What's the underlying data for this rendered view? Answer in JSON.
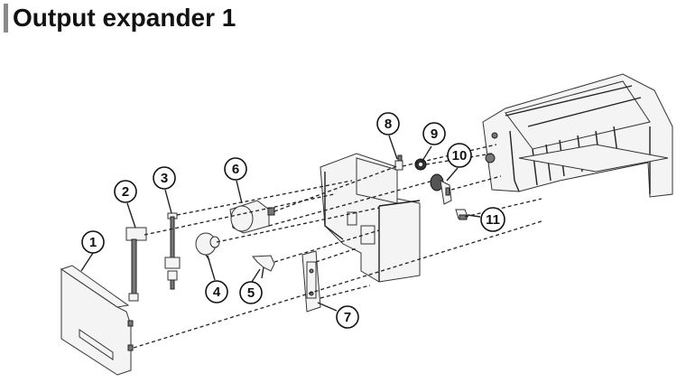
{
  "title": "Output expander 1",
  "callouts": [
    {
      "id": "1",
      "label": "1"
    },
    {
      "id": "2",
      "label": "2"
    },
    {
      "id": "3",
      "label": "3"
    },
    {
      "id": "4",
      "label": "4"
    },
    {
      "id": "5",
      "label": "5"
    },
    {
      "id": "6",
      "label": "6"
    },
    {
      "id": "7",
      "label": "7"
    },
    {
      "id": "8",
      "label": "8"
    },
    {
      "id": "9",
      "label": "9"
    },
    {
      "id": "10",
      "label": "10"
    },
    {
      "id": "11",
      "label": "11"
    }
  ]
}
